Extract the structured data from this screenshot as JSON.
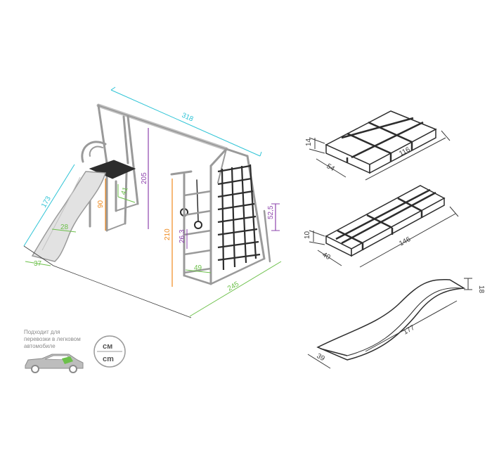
{
  "colors": {
    "cyan": "#2ec4d6",
    "purple": "#8e44ad",
    "orange": "#ef8a1e",
    "green": "#6cc04a",
    "frame": "#9a9a9a",
    "dark": "#2d2d2d",
    "dim": "#3a3a3a"
  },
  "swing_set": {
    "dims": {
      "width_top": "318",
      "slide_length": "173",
      "slide_width": "28",
      "slide_base": "37",
      "platform_height": "90",
      "platform_depth": "41",
      "beam_height": "205",
      "net_height": "210",
      "rings_drop": "26,3",
      "net_depth": "49",
      "side_height": "52,5",
      "base_length": "245"
    }
  },
  "boxes": {
    "box1": {
      "height": "14",
      "width": "54",
      "length": "116"
    },
    "box2": {
      "height": "10",
      "width": "40",
      "length": "146"
    },
    "slide_pack": {
      "height": "18",
      "width": "39",
      "length": "177"
    }
  },
  "note": {
    "line1": "Подходит для",
    "line2": "перевозки в легковом",
    "line3": "автомобиле"
  },
  "units": {
    "top": "см",
    "bottom": "cm"
  },
  "icons": {
    "car": "car-icon",
    "units": "units-icon"
  }
}
